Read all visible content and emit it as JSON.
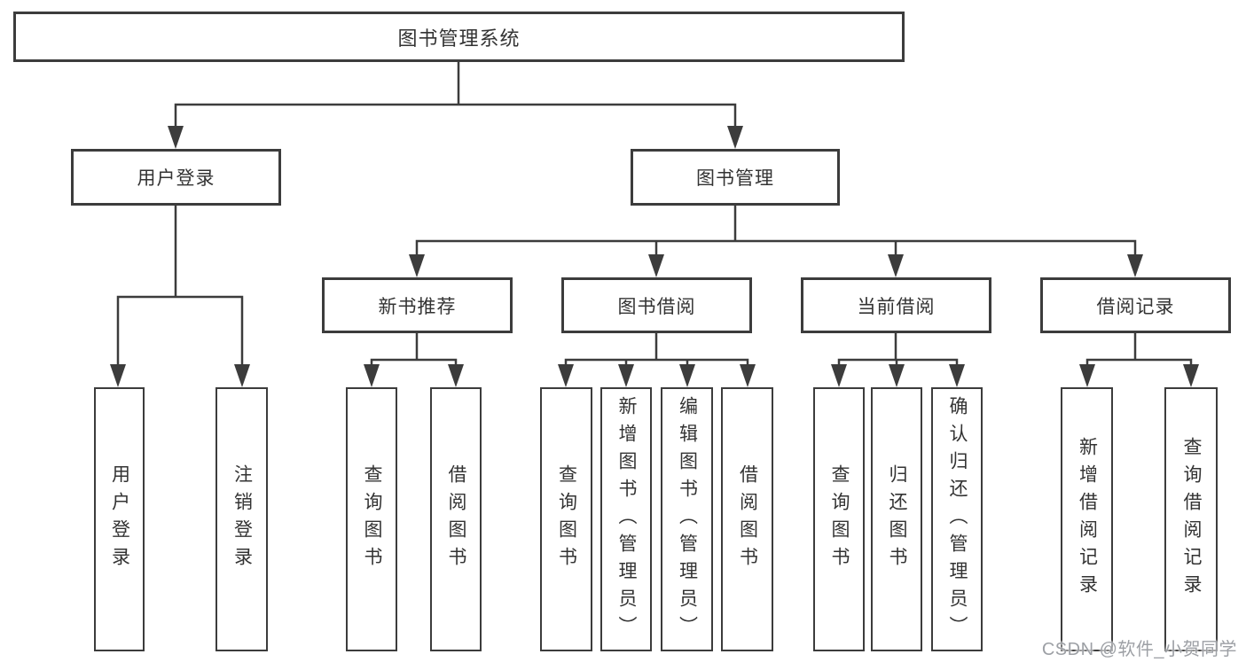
{
  "diagram": {
    "root": "图书管理系统",
    "level2": [
      "用户登录",
      "图书管理"
    ],
    "level3": [
      "新书推荐",
      "图书借阅",
      "当前借阅",
      "借阅记录"
    ],
    "level4": {
      "user_login": [
        "用户登录",
        "注销登录"
      ],
      "new_book_recommend": [
        "查询图书",
        "借阅图书"
      ],
      "book_borrow": [
        "查询图书",
        "新增图书（管理员）",
        "编辑图书（管理员）",
        "借阅图书"
      ],
      "current_borrow": [
        "查询图书",
        "归还图书",
        "确认归还（管理员）"
      ],
      "borrow_records": [
        "新增借阅记录",
        "查询借阅记录"
      ]
    }
  },
  "watermark": "CSDN @软件_小贺同学",
  "colors": {
    "line": "#3c3c3c",
    "text": "#333333",
    "box_background": "#ffffff",
    "watermark": "#9da0a5"
  }
}
